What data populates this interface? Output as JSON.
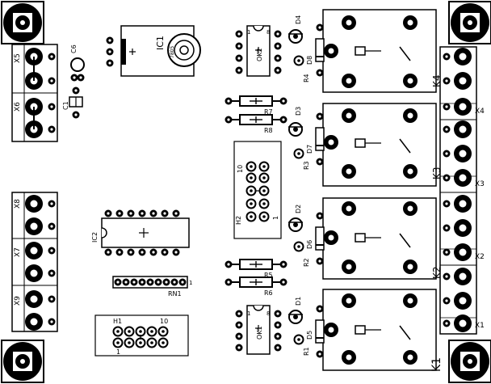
{
  "labels": {
    "ic1": "IC1",
    "ic1_part": "7805",
    "ic2": "IC2",
    "ok1": "OK1",
    "ok2": "OK2",
    "rn1": "RN1",
    "rn1_pin": "1",
    "h1": "H1",
    "h1_pin1": "1",
    "h1_pin10": "10",
    "h2": "H2",
    "h2_pin1": "1",
    "h2_pin10": "10",
    "ok_pin1": "1",
    "ok_pin8": "8",
    "c1": "C1",
    "c6": "C6",
    "x1": "X1",
    "x2": "X2",
    "x3": "X3",
    "x4": "X4",
    "x5": "X5",
    "x6": "X6",
    "x7": "X7",
    "x8": "X8",
    "x9": "X9",
    "k1": "K1",
    "k2": "K2",
    "k3": "K3",
    "k4": "K4",
    "r1": "R1",
    "r2": "R2",
    "r3": "R3",
    "r4": "R4",
    "r5": "R5",
    "r6": "R6",
    "r7": "R7",
    "r8": "R8",
    "d1": "D1",
    "d2": "D2",
    "d3": "D3",
    "d4": "D4",
    "d5": "D5",
    "d6": "D6",
    "d7": "D7",
    "d8": "D8"
  }
}
